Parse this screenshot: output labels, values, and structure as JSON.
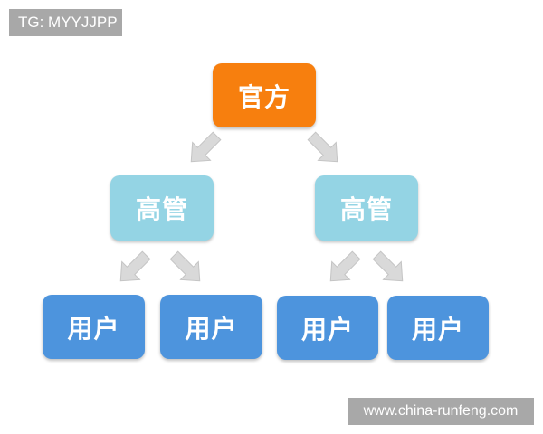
{
  "watermarks": {
    "top_left": "TG: MYYJJPP",
    "bottom_right": "www.china-runfeng.com"
  },
  "diagram": {
    "type": "hierarchy-tree",
    "root": {
      "label": "官方",
      "color": "#f77f0e"
    },
    "level2": [
      {
        "label": "高管",
        "color": "#94d4e4"
      },
      {
        "label": "高管",
        "color": "#94d4e4"
      }
    ],
    "level3": [
      {
        "label": "用户",
        "parent": 0,
        "color": "#4d94dd"
      },
      {
        "label": "用户",
        "parent": 0,
        "color": "#4d94dd"
      },
      {
        "label": "用户",
        "parent": 1,
        "color": "#4d94dd"
      },
      {
        "label": "用户",
        "parent": 1,
        "color": "#4d94dd"
      }
    ],
    "arrow_color": "#d8d8d8"
  }
}
